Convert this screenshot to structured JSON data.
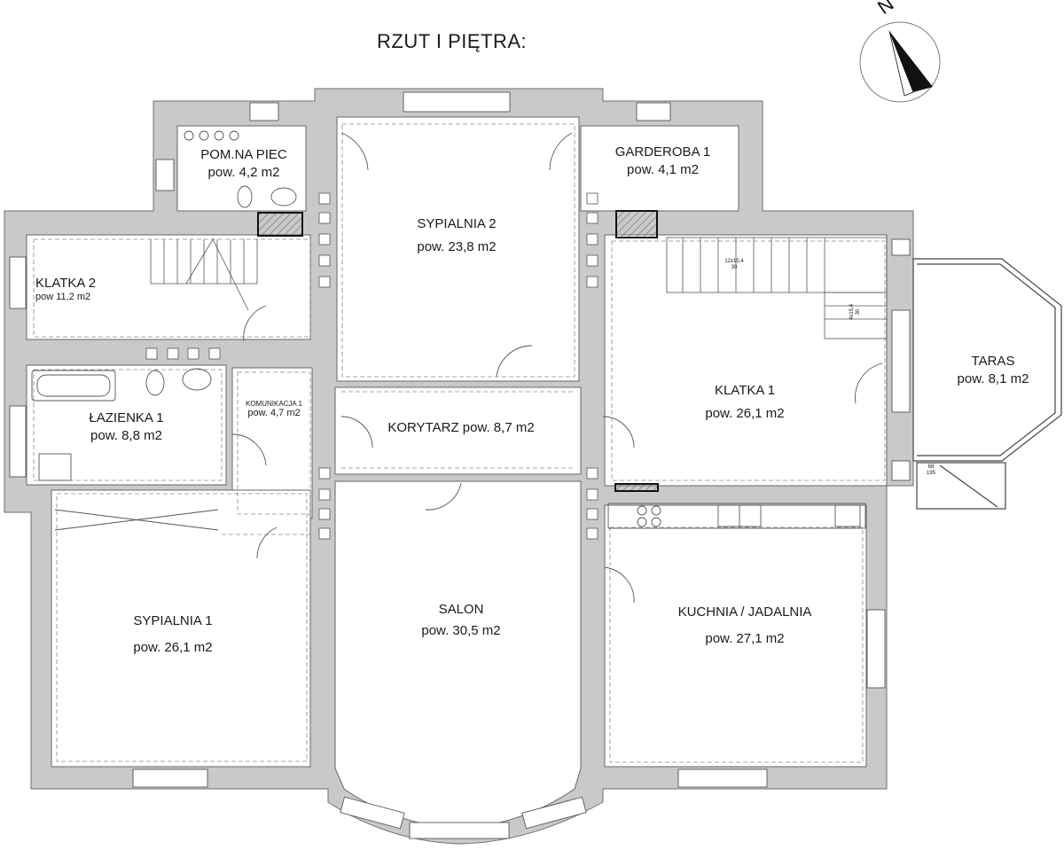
{
  "title": "RZUT I PIĘTRA:",
  "compass": {
    "letter": "N",
    "icon": "north-arrow-icon"
  },
  "colors": {
    "wall": "#c9c9c9",
    "wall_edge": "#6f6f6f",
    "line": "#444444",
    "dash": "#8a8a8a",
    "chimney": "#9a9a9a"
  },
  "rooms": {
    "pom_na_piec": {
      "name": "POM.NA PIEC",
      "area": "pow. 4,2 m2"
    },
    "sypialnia_2": {
      "name": "SYPIALNIA 2",
      "area": "pow. 23,8 m2"
    },
    "garderoba_1": {
      "name": "GARDEROBA 1",
      "area": "pow. 4,1 m2"
    },
    "klatka_2": {
      "name": "KLATKA 2",
      "area": "pow  11,2 m2"
    },
    "lazienka_1": {
      "name": "ŁAZIENKA 1",
      "area": "pow. 8,8 m2"
    },
    "komunikacja_1": {
      "name": "KOMUNIKACJA 1",
      "area": "pow. 4,7 m2"
    },
    "korytarz": {
      "name": "KORYTARZ  pow. 8,7 m2"
    },
    "klatka_1": {
      "name": "KLATKA 1",
      "area": "pow. 26,1 m2"
    },
    "taras": {
      "name": "TARAS",
      "area": "pow. 8,1 m2"
    },
    "sypialnia_1": {
      "name": "SYPIALNIA 1",
      "area": "pow. 26,1 m2"
    },
    "salon": {
      "name": "SALON",
      "area": "pow. 30,5 m2"
    },
    "kuchnia": {
      "name": "KUCHNIA / JADALNIA",
      "area": "pow. 27,1 m2"
    }
  },
  "annotations": {
    "stair_1": "12x15,4",
    "stair_1b": "30",
    "stair_2": "4x15,4",
    "stair_2b": "30",
    "terrace_1": "68",
    "terrace_2": "195"
  }
}
